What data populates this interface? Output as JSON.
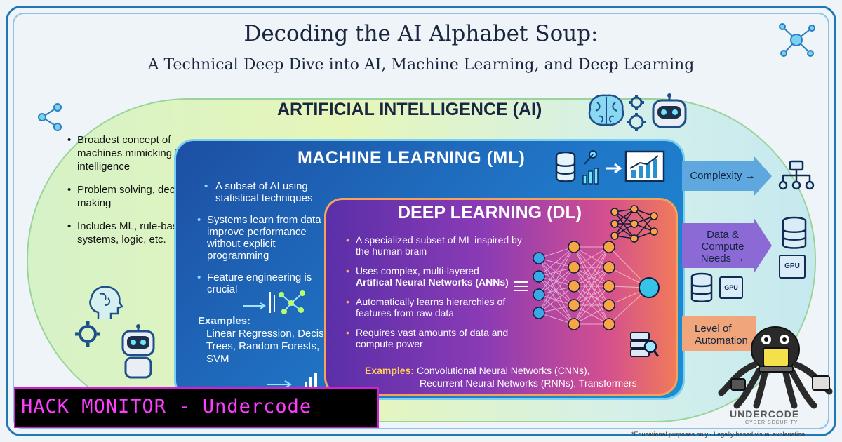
{
  "title": "Decoding the AI Alphabet Soup:",
  "subtitle": "A Technical Deep Dive into AI, Machine Learning, and Deep Learning",
  "ai": {
    "title": "ARTIFICIAL INTELLIGENCE (AI)",
    "bullets": [
      "Broadest concept of machines mimicking human intelligence",
      "Problem solving, decision making",
      "Includes ML, rule-based systems, logic, etc."
    ]
  },
  "ml": {
    "title": "MACHINE LEARNING (ML)",
    "bullets": [
      "A subset of AI using statistical techniques",
      "Systems learn from data & improve performance without explicit programming",
      "Feature engineering is crucial"
    ],
    "examples_label": "Examples:",
    "examples": "Linear Regression, Decision Trees, Random Forests, SVM"
  },
  "dl": {
    "title": "DEEP LEARNING (DL)",
    "bullets": [
      "A specialized subset of ML inspired by the human brain",
      "Uses complex, multi-layered",
      "Automatically learns hierarchies of features from raw data",
      "Requires vast amounts of data and compute power"
    ],
    "ann_text": "Artifical Neural Networks (ANNs)",
    "examples_label": "Examples:",
    "examples_line1": "Convolutional Neural Networks (CNNs),",
    "examples_line2": "Recurrent Neural Networks (RNNs), Transformers"
  },
  "arrows": [
    {
      "label": "Complexity →"
    },
    {
      "label": "Data & Compute Needs →"
    },
    {
      "label": "Level of Automation"
    }
  ],
  "gpu_label": "GPU",
  "banner": "HACK MONITOR - Undercode",
  "brand": "UNDERCODE",
  "brand_sub": "CYBER SECURITY",
  "footnote": "*Educational purposes only - Legally-based visual explanation",
  "colors": {
    "frame": "#1f78b4",
    "ai_oval": "#e6f6b9",
    "ml_panel": "#2076c7",
    "dl_panel_start": "#5a2fa8",
    "dl_panel_end": "#f07a5a",
    "banner_text": "#ff3cff"
  },
  "icons": [
    "network-icon",
    "brain-icon",
    "gear-icon",
    "robot-icon",
    "database-icon",
    "chart-icon",
    "neural-network-icon",
    "gpu-icon",
    "server-icon",
    "octopus-mascot-icon"
  ]
}
